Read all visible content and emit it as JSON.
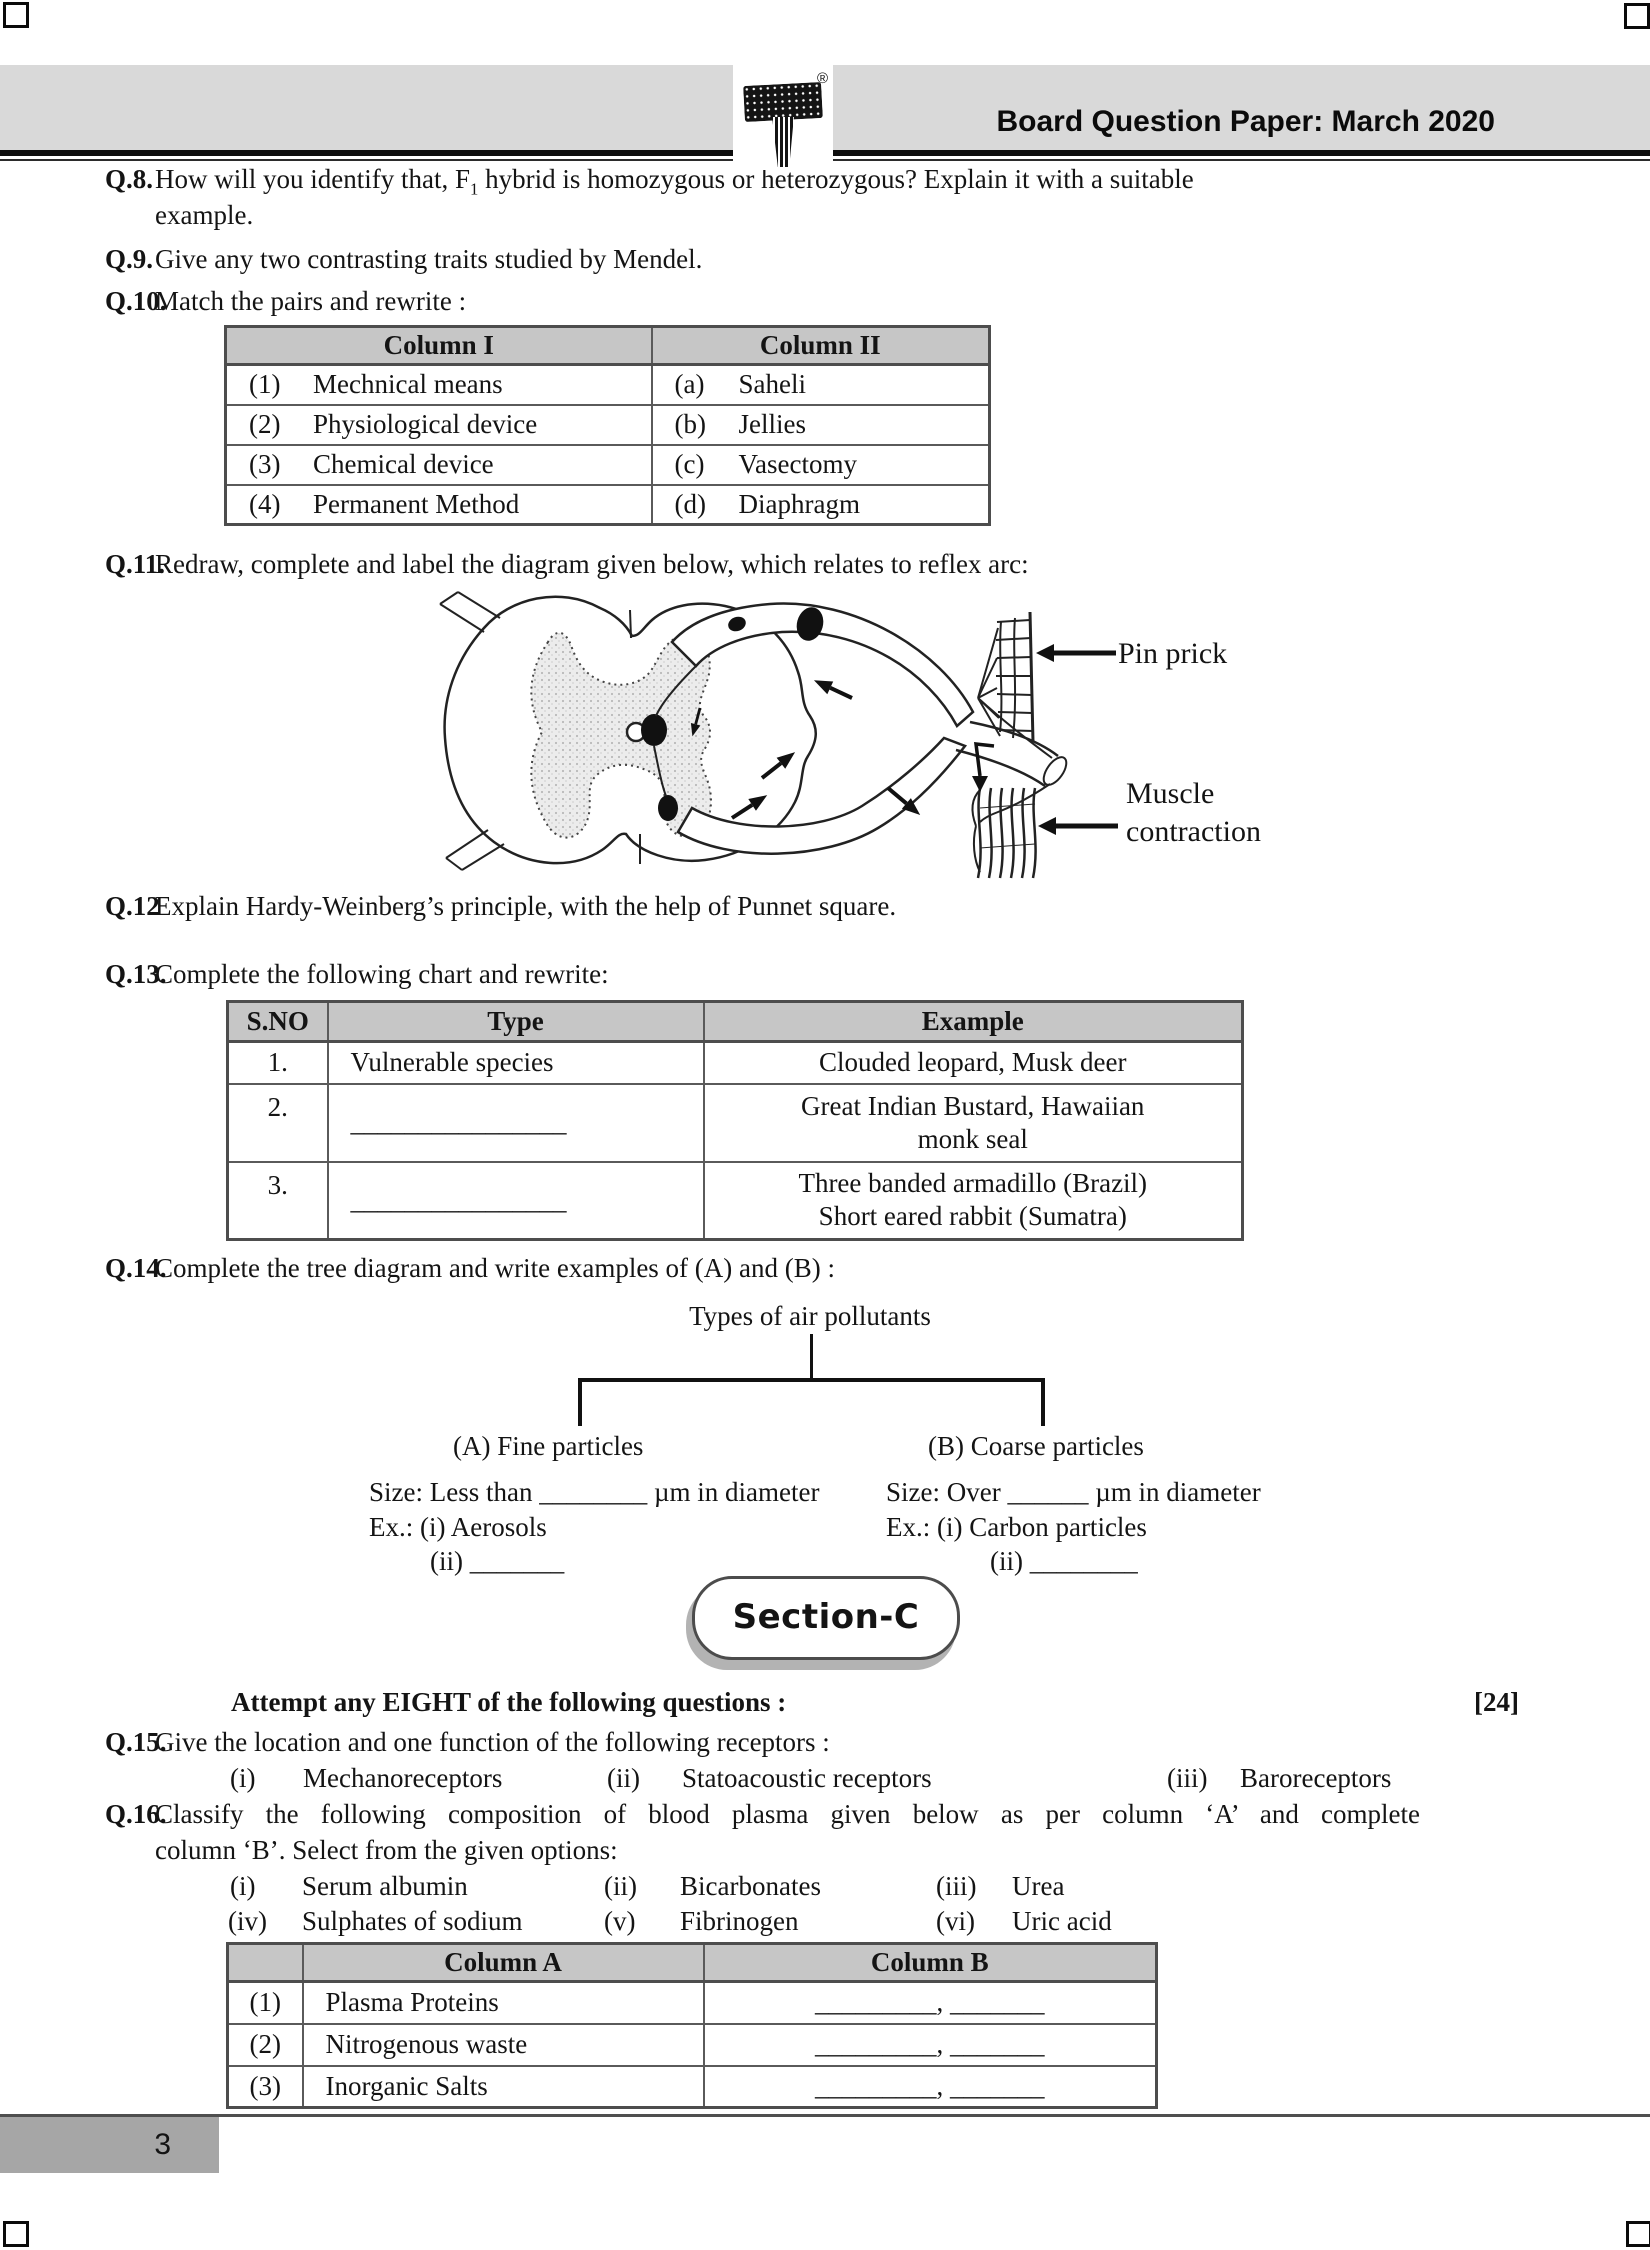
{
  "palette": {
    "band_gray": "#d9d9d9",
    "table_header_gray": "#c6c6c6",
    "footer_gray": "#a6a6a6",
    "rule_dark": "#0d0d0d"
  },
  "header": {
    "title": "Board Question Paper: March 2020",
    "registered_mark": "®"
  },
  "q8": {
    "label": "Q.8.",
    "line1_pre": "How will you identify that, F",
    "line1_sub": "1",
    "line1_post": " hybrid is homozygous or heterozygous? Explain it with a suitable",
    "line2": "example."
  },
  "q9": {
    "label": "Q.9.",
    "text": "Give any two contrasting traits studied by Mendel."
  },
  "q10": {
    "label": "Q.10.",
    "text": "Match the pairs and rewrite :",
    "table": {
      "col1": "Column I",
      "col2": "Column II",
      "rows": [
        {
          "ln": "(1)",
          "lt": "Mechnical means",
          "rn": "(a)",
          "rt": "Saheli"
        },
        {
          "ln": "(2)",
          "lt": "Physiological device",
          "rn": "(b)",
          "rt": "Jellies"
        },
        {
          "ln": "(3)",
          "lt": "Chemical device",
          "rn": "(c)",
          "rt": "Vasectomy"
        },
        {
          "ln": "(4)",
          "lt": "Permanent Method",
          "rn": "(d)",
          "rt": "Diaphragm"
        }
      ]
    }
  },
  "q11": {
    "label": "Q.11.",
    "text": "Redraw, complete and label the diagram given below, which relates to reflex arc:",
    "diagram_labels": {
      "pin": "Pin prick",
      "muscle_line1": "Muscle",
      "muscle_line2": "contraction"
    }
  },
  "q12": {
    "label": "Q.12",
    "text": "Explain Hardy-Weinberg’s principle, with the help of Punnet square."
  },
  "q13": {
    "label": "Q.13.",
    "text": "Complete the following chart and rewrite:",
    "table": {
      "h1": "S.NO",
      "h2": "Type",
      "h3": "Example",
      "rows": [
        {
          "sno": "1.",
          "type": "Vulnerable species",
          "ex1": "Clouded leopard, Musk deer",
          "ex2": ""
        },
        {
          "sno": "2.",
          "type": "________________",
          "ex1": "Great Indian Bustard, Hawaiian",
          "ex2": "monk seal"
        },
        {
          "sno": "3.",
          "type": "________________",
          "ex1": "Three banded armadillo (Brazil)",
          "ex2": "Short eared rabbit (Sumatra)"
        }
      ]
    }
  },
  "q14": {
    "label": "Q.14.",
    "text": "Complete the tree diagram and write examples of (A) and (B) :",
    "tree": {
      "root": "Types of air pollutants",
      "left": {
        "title": "(A) Fine particles",
        "size": "Size: Less than ________ µm in diameter",
        "ex": "Ex.: (i) Aerosols",
        "ii": "(ii) _______"
      },
      "right": {
        "title": "(B) Coarse particles",
        "size": "Size: Over ______ µm in diameter",
        "ex": "Ex.: (i) Carbon particles",
        "ii": "(ii) ________"
      }
    }
  },
  "section_c": {
    "badge": "Section-C",
    "instruction": "Attempt any EIGHT of the following questions :",
    "marks": "[24]"
  },
  "q15": {
    "label": "Q.15.",
    "text": "Give the location and one function of the following receptors :",
    "options": [
      {
        "num": "(i)",
        "label": "Mechanoreceptors"
      },
      {
        "num": "(ii)",
        "label": "Statoacoustic receptors"
      },
      {
        "num": "(iii)",
        "label": "Baroreceptors"
      }
    ]
  },
  "q16": {
    "label": "Q.16.",
    "line1": "Classify the following composition of blood plasma given below as per column ‘A’ and complete",
    "line2": "column ‘B’. Select from the given options:",
    "options_row1": [
      {
        "num": "(i)",
        "label": "Serum albumin"
      },
      {
        "num": "(ii)",
        "label": "Bicarbonates"
      },
      {
        "num": "(iii)",
        "label": "Urea"
      }
    ],
    "options_row2": [
      {
        "num": "(iv)",
        "label": "Sulphates of sodium"
      },
      {
        "num": "(v)",
        "label": "Fibrinogen"
      },
      {
        "num": "(vi)",
        "label": "Uric acid"
      }
    ],
    "table": {
      "hA": "Column A",
      "hB": "Column B",
      "rows": [
        {
          "num": "(1)",
          "a": "Plasma Proteins",
          "b": "_________, _______"
        },
        {
          "num": "(2)",
          "a": "Nitrogenous waste",
          "b": "_________, _______"
        },
        {
          "num": "(3)",
          "a": "Inorganic Salts",
          "b": "_________, _______"
        }
      ]
    }
  },
  "footer": {
    "page_number": "3"
  }
}
